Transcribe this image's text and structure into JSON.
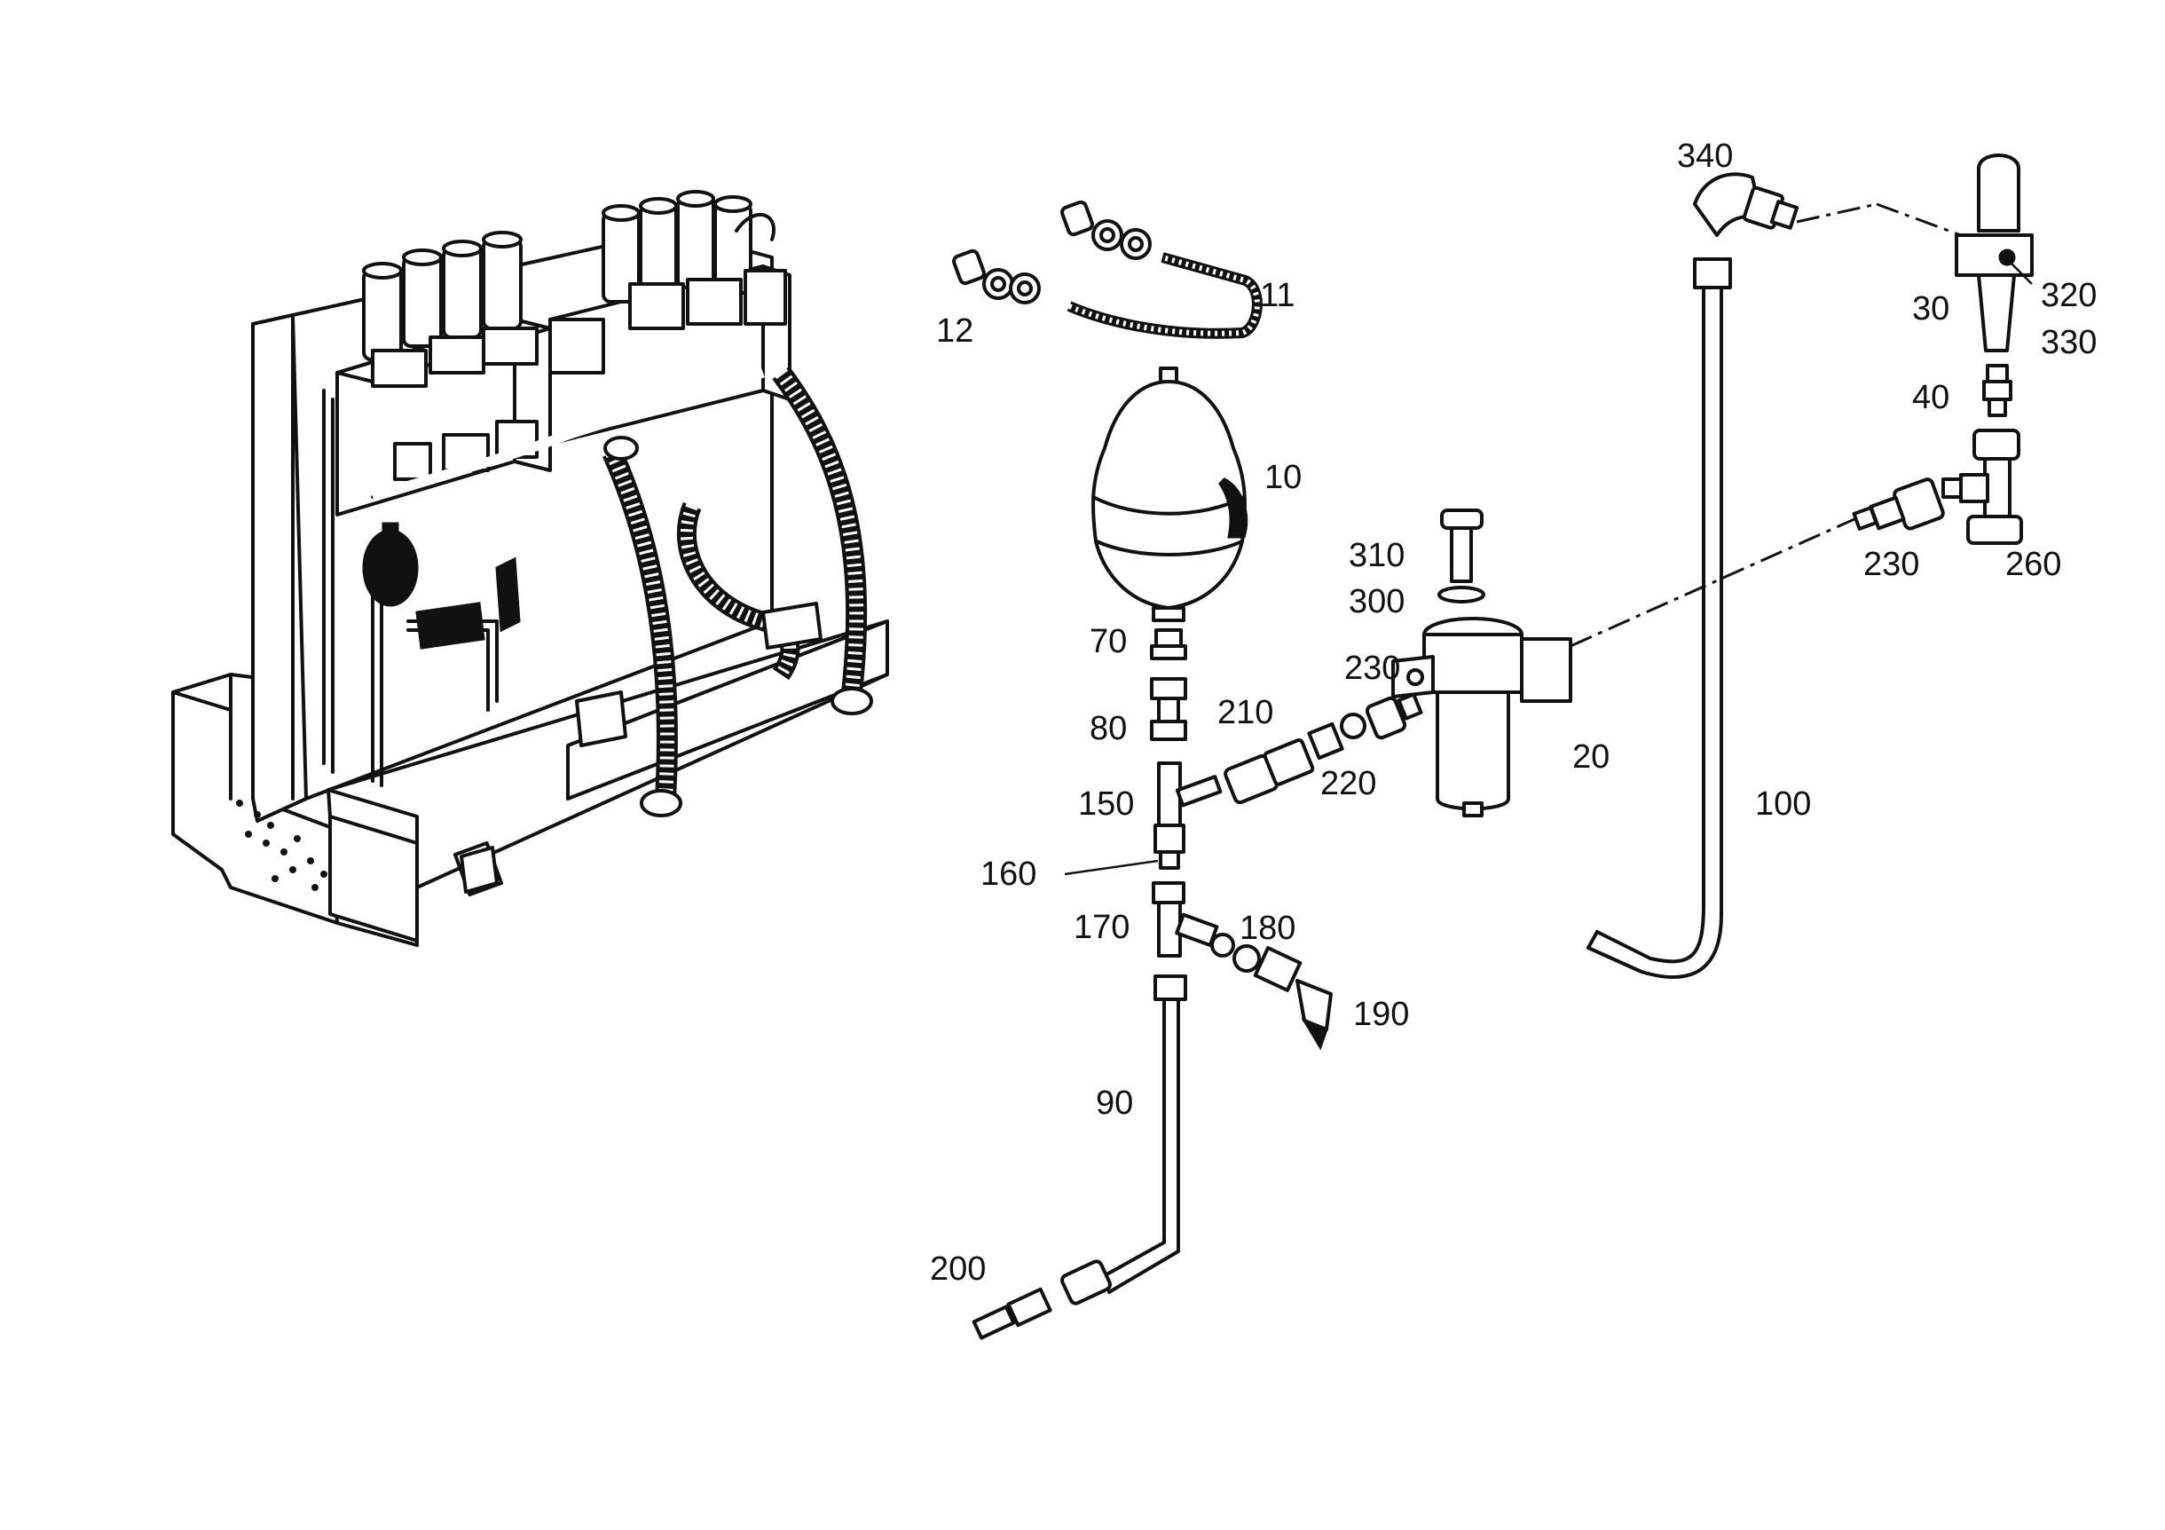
{
  "diagram": {
    "parts": [
      {
        "id": "p340",
        "label": "340"
      },
      {
        "id": "p30",
        "label": "30"
      },
      {
        "id": "p320",
        "label": "320"
      },
      {
        "id": "p330",
        "label": "330"
      },
      {
        "id": "p40",
        "label": "40"
      },
      {
        "id": "p11",
        "label": "11"
      },
      {
        "id": "p12",
        "label": "12"
      },
      {
        "id": "p10",
        "label": "10"
      },
      {
        "id": "p310",
        "label": "310"
      },
      {
        "id": "p300",
        "label": "300"
      },
      {
        "id": "p230a",
        "label": "230"
      },
      {
        "id": "p230b",
        "label": "230"
      },
      {
        "id": "p260",
        "label": "260"
      },
      {
        "id": "p70",
        "label": "70"
      },
      {
        "id": "p80",
        "label": "80"
      },
      {
        "id": "p210",
        "label": "210"
      },
      {
        "id": "p220",
        "label": "220"
      },
      {
        "id": "p20",
        "label": "20"
      },
      {
        "id": "p150",
        "label": "150"
      },
      {
        "id": "p160",
        "label": "160"
      },
      {
        "id": "p100",
        "label": "100"
      },
      {
        "id": "p170",
        "label": "170"
      },
      {
        "id": "p180",
        "label": "180"
      },
      {
        "id": "p190",
        "label": "190"
      },
      {
        "id": "p90",
        "label": "90"
      },
      {
        "id": "p200",
        "label": "200"
      }
    ]
  }
}
